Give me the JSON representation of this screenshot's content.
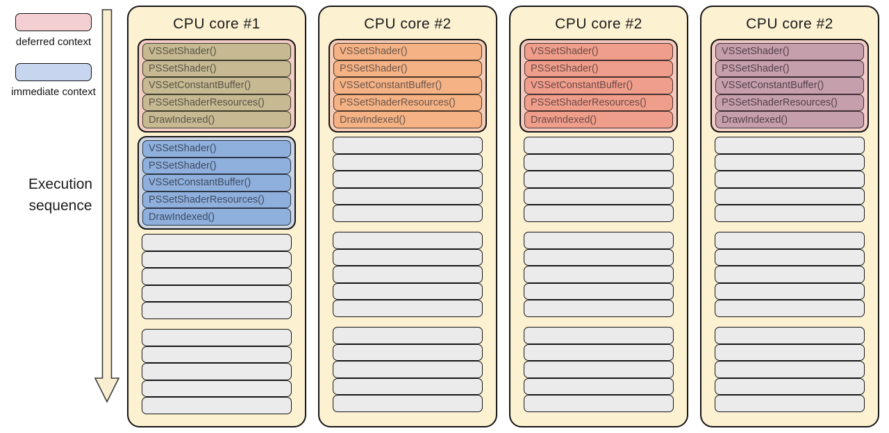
{
  "legend": {
    "items": [
      {
        "label": "deferred context",
        "swatch_color": "#f4cfd2"
      },
      {
        "label": "immediate context",
        "swatch_color": "#c7d6ee"
      }
    ]
  },
  "execution": {
    "line1": "Execution",
    "line2": "sequence"
  },
  "arrow": {
    "fill": "#f9efd0",
    "stroke": "#3a3a3a"
  },
  "api_calls": [
    "VSSetShader()",
    "PSSetShader()",
    "VSSetConstantBuffer()",
    "PSSetShaderResources()",
    "DrawIndexed()"
  ],
  "column_style": {
    "background": "#fcf1d1",
    "empty_row_color": "#ebebeb"
  },
  "columns": [
    {
      "title": "CPU core #1",
      "groups": [
        {
          "kind": "calls",
          "context": "deferred",
          "wrapper_color": "#f3cdc6",
          "row_color": "#c7ba93",
          "row_border": "#3d3a2b",
          "text_color": "#5a5345"
        },
        {
          "kind": "calls",
          "context": "immediate",
          "wrapper_color": "#ccd5e3",
          "row_color": "#8fb0dc",
          "row_border": "#2b3547",
          "text_color": "#3e4a61"
        },
        {
          "kind": "empty",
          "rows": 5
        },
        {
          "kind": "empty",
          "rows": 5
        }
      ]
    },
    {
      "title": "CPU core #2",
      "groups": [
        {
          "kind": "calls",
          "context": "deferred",
          "wrapper_color": "#f6ccb7",
          "row_color": "#f4b285",
          "row_border": "#4a3527",
          "text_color": "#6e564a"
        },
        {
          "kind": "empty",
          "rows": 5
        },
        {
          "kind": "empty",
          "rows": 5
        },
        {
          "kind": "empty",
          "rows": 5
        }
      ]
    },
    {
      "title": "CPU core #2",
      "groups": [
        {
          "kind": "calls",
          "context": "deferred",
          "wrapper_color": "#f5c9bd",
          "row_color": "#f09e8c",
          "row_border": "#452f2b",
          "text_color": "#6b4a45"
        },
        {
          "kind": "empty",
          "rows": 5
        },
        {
          "kind": "empty",
          "rows": 5
        },
        {
          "kind": "empty",
          "rows": 5
        }
      ]
    },
    {
      "title": "CPU core #2",
      "groups": [
        {
          "kind": "calls",
          "context": "deferred",
          "wrapper_color": "#f2ccc7",
          "row_color": "#c69fac",
          "row_border": "#3c2d33",
          "text_color": "#53404a"
        },
        {
          "kind": "empty",
          "rows": 5
        },
        {
          "kind": "empty",
          "rows": 5
        },
        {
          "kind": "empty",
          "rows": 5
        }
      ]
    }
  ]
}
